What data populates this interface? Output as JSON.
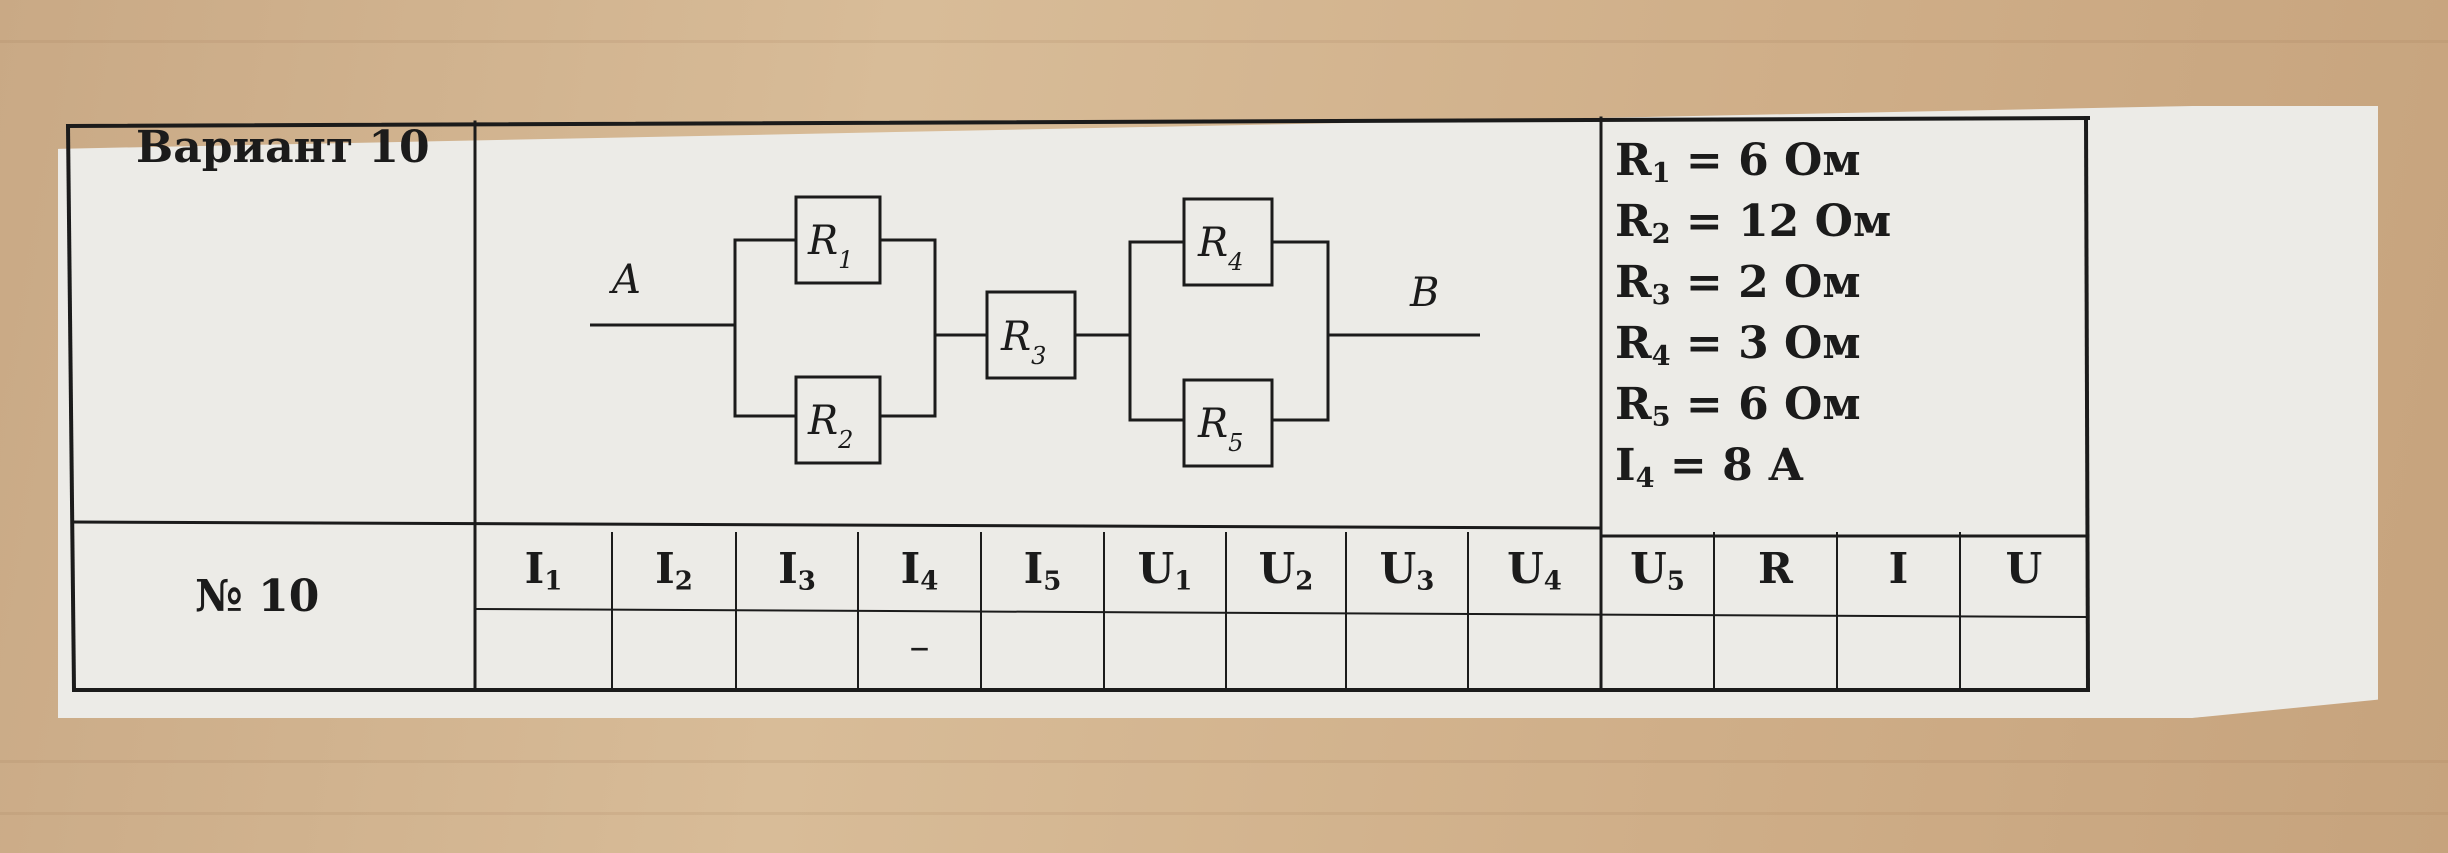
{
  "header": {
    "variant": "Вариант 10",
    "number": "№ 10"
  },
  "circuit": {
    "nodes": {
      "a": "A",
      "b": "B"
    },
    "resistors": [
      {
        "letter": "R",
        "index": "1"
      },
      {
        "letter": "R",
        "index": "2"
      },
      {
        "letter": "R",
        "index": "3"
      },
      {
        "letter": "R",
        "index": "4"
      },
      {
        "letter": "R",
        "index": "5"
      }
    ]
  },
  "given": [
    {
      "sym": "R",
      "idx": "1",
      "rest": " = 6 Ом"
    },
    {
      "sym": "R",
      "idx": "2",
      "rest": " = 12 Ом"
    },
    {
      "sym": "R",
      "idx": "3",
      "rest": " = 2 Ом"
    },
    {
      "sym": "R",
      "idx": "4",
      "rest": " = 3 Ом"
    },
    {
      "sym": "R",
      "idx": "5",
      "rest": " = 6 Ом"
    },
    {
      "sym": "I",
      "idx": "4",
      "rest": " = 8 А"
    }
  ],
  "answer_columns": [
    {
      "sym": "I",
      "idx": "1",
      "value": ""
    },
    {
      "sym": "I",
      "idx": "2",
      "value": ""
    },
    {
      "sym": "I",
      "idx": "3",
      "value": ""
    },
    {
      "sym": "I",
      "idx": "4",
      "value": "–"
    },
    {
      "sym": "I",
      "idx": "5",
      "value": ""
    },
    {
      "sym": "U",
      "idx": "1",
      "value": ""
    },
    {
      "sym": "U",
      "idx": "2",
      "value": ""
    },
    {
      "sym": "U",
      "idx": "3",
      "value": ""
    },
    {
      "sym": "U",
      "idx": "4",
      "value": ""
    },
    {
      "sym": "U",
      "idx": "5",
      "value": ""
    },
    {
      "sym": "R",
      "idx": "",
      "value": ""
    },
    {
      "sym": "I",
      "idx": "",
      "value": ""
    },
    {
      "sym": "U",
      "idx": "",
      "value": ""
    }
  ]
}
